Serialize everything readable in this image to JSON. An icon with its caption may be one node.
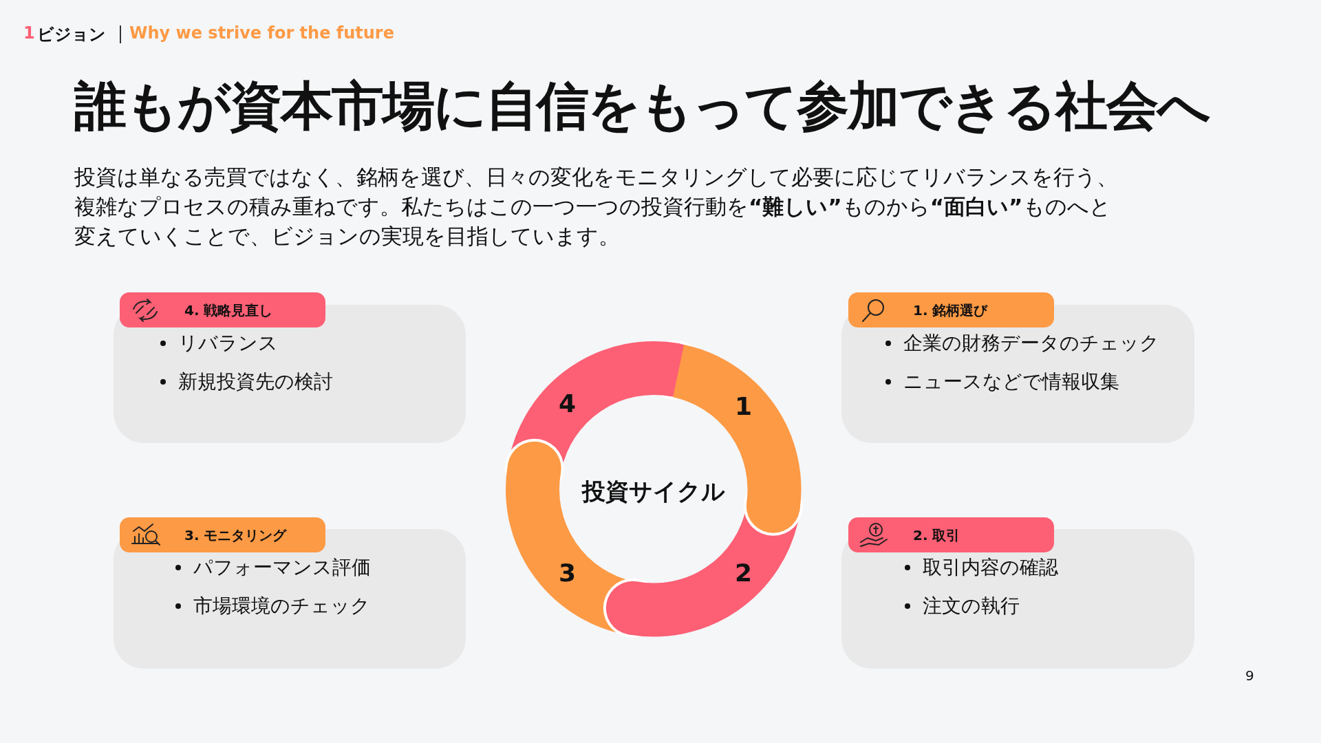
{
  "diagram": {
    "title": "誰もが資本市場に自信をもって参加できる社会へ",
    "nodes": [
      {
        "text": [
          "4. 戦略見直し"
        ]
      },
      {
        "text": [
          "リバランス",
          "新規投資先の検討"
        ]
      },
      {
        "text": [
          "1. 銘柄選び"
        ]
      },
      {
        "text": [
          "企業の財務データのチェック",
          "ニュースなどで情報収集"
        ]
      },
      {
        "text": [
          "4"
        ]
      },
      {
        "text": [
          "1"
        ]
      },
      {
        "text": [
          "3. モニタリング"
        ]
      },
      {
        "text": [
          "パフォーマンス評価",
          "市場環境のチェック"
        ]
      },
      {
        "text": [
          "3"
        ]
      },
      {
        "text": [
          "2"
        ]
      },
      {
        "text": [
          "2. 取引"
        ]
      },
      {
        "text": [
          "取引内容の確認",
          "注文の執行"
        ]
      }
    ],
    "labels": [
      "1",
      "ビジョン",
      "Why we strive for the future",
      "投資は単なる売買ではなく、銘柄を選び、日々の変化をモニタリングして必要に応じてリバランスを行う、複雑なプロセスの積み重ねです。私たちはこの一つ一つの投資行動を**“難しい”**ものから**“面白い”**ものへと変えていくことで、ビジョンの実現を目指しています。",
      "投資サイクル",
      "9"
    ]
  }
}
